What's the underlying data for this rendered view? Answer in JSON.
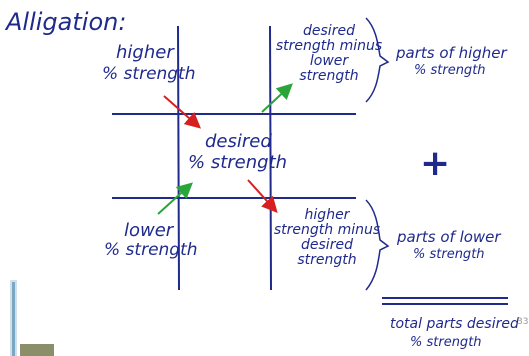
{
  "title": "Alligation:",
  "top_left": {
    "line1": "higher",
    "line2": "% strength"
  },
  "center": {
    "line1": "desired",
    "line2": "% strength"
  },
  "bottom_left": {
    "line1": "lower",
    "line2": "% strength"
  },
  "top_right": {
    "lines": [
      "desired",
      "strength minus",
      "lower",
      "strength"
    ]
  },
  "bottom_right": {
    "lines": [
      "higher",
      "strength minus",
      "desired",
      "strength"
    ]
  },
  "parts_higher": {
    "line1": "parts of higher",
    "line2": "% strength"
  },
  "parts_lower": {
    "line1": "parts of lower",
    "line2": "% strength"
  },
  "plus": "+",
  "total": {
    "line1": "total parts desired",
    "line2": "% strength"
  },
  "page_number": "33",
  "colors": {
    "ink": "#1f2a8c",
    "arrow_up": "#2aa53a",
    "arrow_down": "#d62020"
  }
}
